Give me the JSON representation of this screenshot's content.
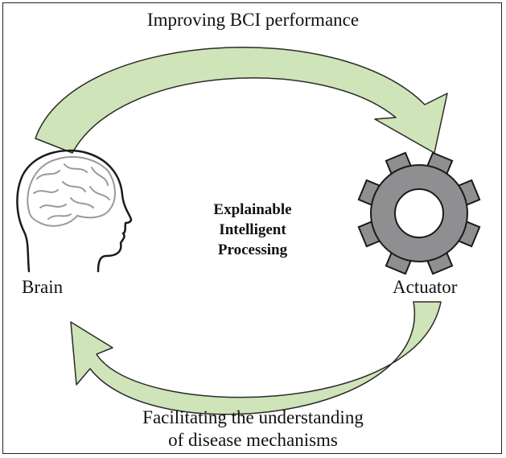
{
  "diagram": {
    "top_caption": "Improving BCI performance",
    "brain_label": "Brain",
    "actuator_label": "Actuator",
    "center_text": [
      "Explainable",
      "Intelligent",
      "Processing"
    ],
    "bottom_caption": [
      "Facilitating the understanding",
      "of disease mechanisms"
    ]
  },
  "colors": {
    "arrow_fill": "#cfe4b8",
    "arrow_stroke": "#2b2b2b",
    "gear_fill": "#8f8f91",
    "brain_fold_stroke": "#9a9a9a",
    "outline": "#1a1a1a"
  },
  "icons": [
    "brain-head-icon",
    "gear-icon",
    "curved-arrow-top",
    "curved-arrow-bottom"
  ]
}
